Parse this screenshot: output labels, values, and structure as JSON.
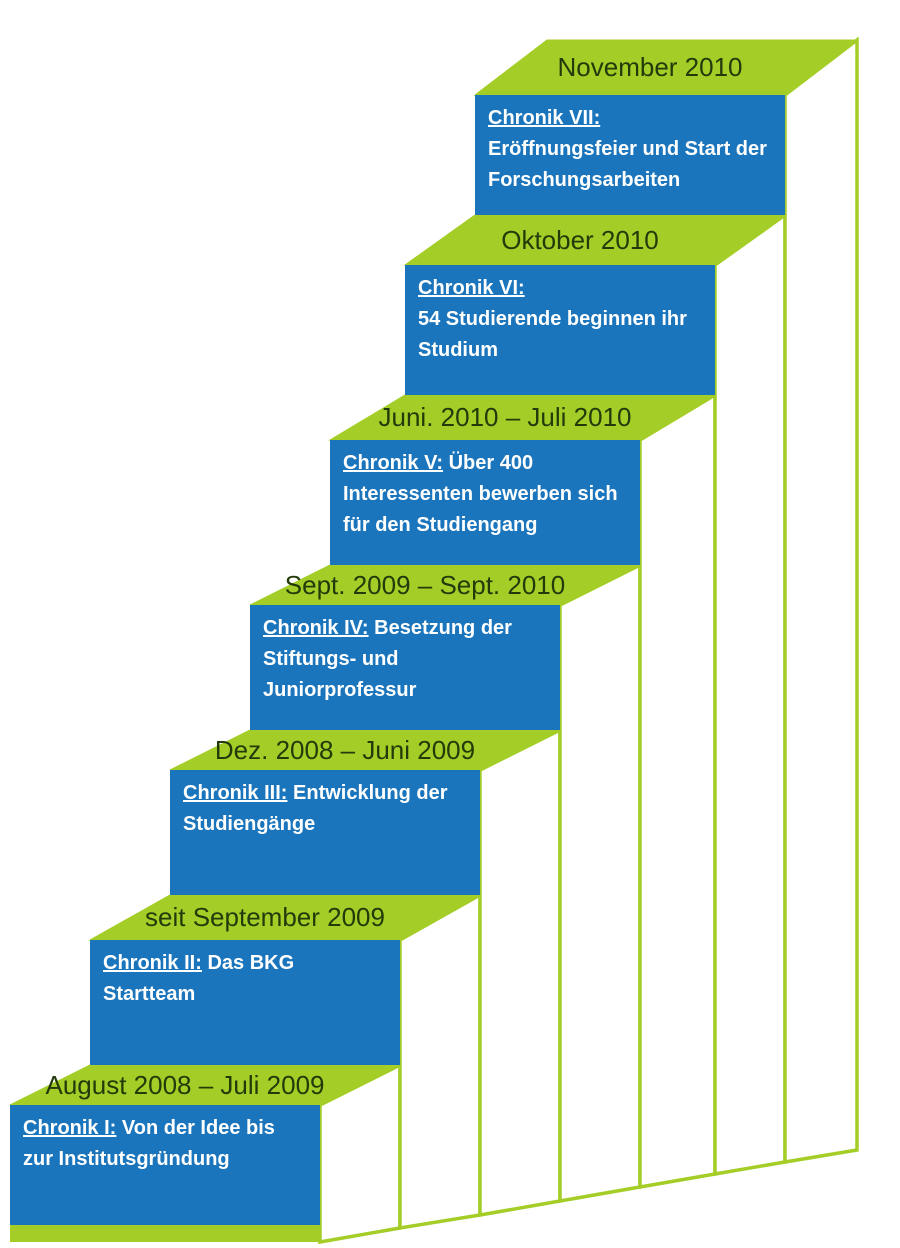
{
  "diagram": {
    "steps": [
      {
        "date": "August 2008 – Juli 2009",
        "label": "Chronik I:",
        "text": "Von der Idee bis zur Institutsgründung"
      },
      {
        "date": "seit September 2009",
        "label": "Chronik II:",
        "text": "Das BKG Startteam"
      },
      {
        "date": "Dez. 2008 – Juni 2009",
        "label": "Chronik III:",
        "text": "Entwicklung der Studiengänge"
      },
      {
        "date": "Sept. 2009 – Sept. 2010",
        "label": "Chronik IV:",
        "text": "Besetzung der Stiftungs- und Juniorprofessur"
      },
      {
        "date": "Juni. 2010 – Juli 2010",
        "label": "Chronik V:",
        "text": "Über 400 Interessenten bewerben sich für den Studiengang"
      },
      {
        "date": "Oktober 2010",
        "label": "Chronik VI:",
        "text": "54 Studierende beginnen ihr Studium"
      },
      {
        "date": "November 2010",
        "label": "Chronik VII:",
        "text": "Eröffnungsfeier und Start der Forschungsarbeiten"
      }
    ]
  },
  "colors": {
    "green": "#A4CE27",
    "blue": "#1B75BC",
    "date_text": "#233A0A",
    "box_text": "#FFFFFF"
  }
}
